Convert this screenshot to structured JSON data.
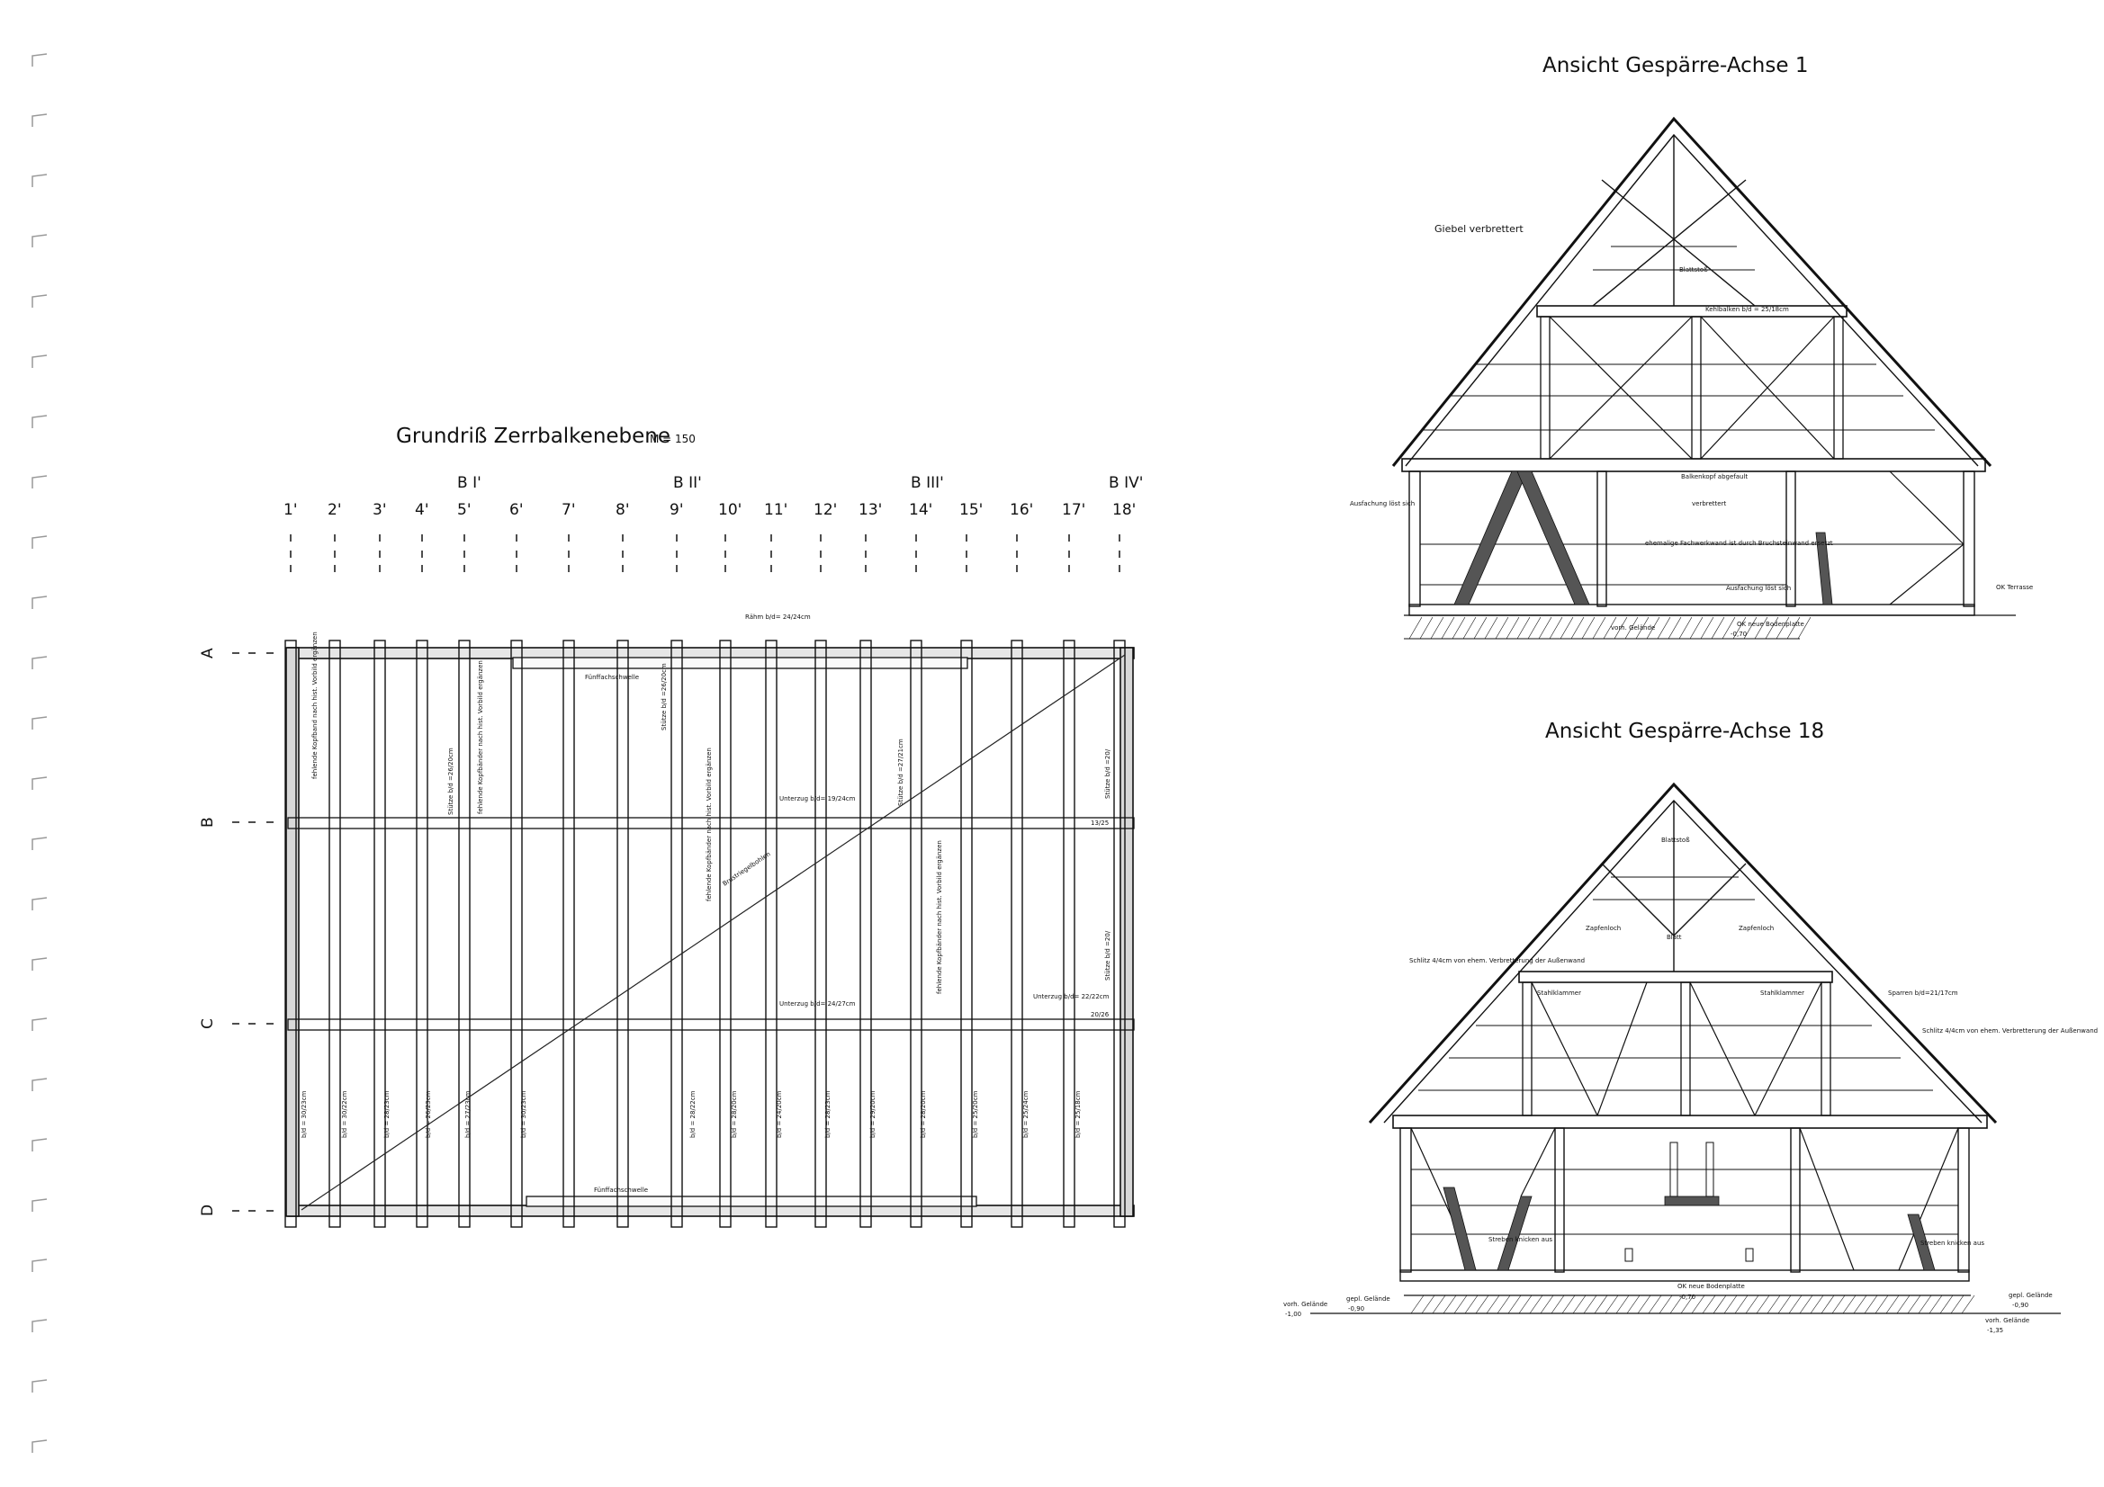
{
  "plan": {
    "title": "Grundriß Zerrbalkenebene",
    "scale": "M = 150",
    "column_axes": [
      "1'",
      "2'",
      "3'",
      "4'",
      "5'",
      "6'",
      "7'",
      "8'",
      "9'",
      "10'",
      "11'",
      "12'",
      "13'",
      "14'",
      "15'",
      "16'",
      "17'",
      "18'"
    ],
    "frame_labels": [
      "B I'",
      "B II'",
      "B III'",
      "B IV'"
    ],
    "row_axes": [
      "A",
      "B",
      "C",
      "D"
    ],
    "beam_labels": [
      "b/d = 30/23cm",
      "b/d = 30/22cm",
      "b/d = 28/23cm",
      "b/d = 26/23cm",
      "b/d = 27/23cm",
      "b/d = 30/23cm",
      "b/d = 28/22cm",
      "b/d = 28/20cm",
      "b/d = 24/20cm",
      "b/d = 28/23cm",
      "b/d = 29/20cm",
      "b/d = 28/20cm",
      "b/d = 25/20cm",
      "b/d = 25/24cm",
      "b/d = 25/18cm"
    ],
    "notes": {
      "rahm": "Rähm b/d= 24/24cm",
      "fuellholz_top": "Fünffachschwelle",
      "fuellholz_bottom": "Fünffachschwelle",
      "bruestung": "Brustriegelbohlen",
      "stuetze1": "Stütze b/d =26/20cm",
      "stuetze2": "Stütze b/d =26/20cm",
      "stuetze3": "Stütze b/d =27/21cm",
      "unterzug1": "Unterzug b/d= 19/24cm",
      "unterzug2": "Unterzug b/d= 24/27cm",
      "unterzug3": "Unterzug b/d= 22/22cm",
      "kopf1": "fehlende Kopfband nach hist. Vorbild ergänzen",
      "kopf2": "fehlende Kopfbänder nach hist. Vorbild ergänzen",
      "kopf3": "fehlende Kopfbänder nach hist. Vorbild ergänzen",
      "kopf4": "fehlende Kopfbänder nach hist. Vorbild ergänzen",
      "small_a": "Stütze b/d =20/",
      "small_b": "Stütze b/d =20/",
      "dim_a": "13/25",
      "dim_b": "20/26"
    }
  },
  "elevation1": {
    "title": "Ansicht Gespärre-Achse   1",
    "notes": {
      "giebel": "Giebel verbrettert",
      "blattstoss": "Blattstoß",
      "kehlbalken": "Kehlbalken b/d = 25/18cm",
      "ausfachung_left": "Ausfachung löst sich",
      "balkenkopf": "Balkenkopf abgefault",
      "verbrettert": "verbrettert",
      "fachwerk": "ehemalige Fachwerkwand ist durch Bruchsteinwand ersetzt",
      "ausfachung_right": "Ausfachung löst sich",
      "terrasse": "OK Terrasse",
      "bodenplatte": "OK neue Bodenplatte",
      "level": "-0,70",
      "gelaende": "vorh. Gelände"
    }
  },
  "elevation18": {
    "title": "Ansicht Gespärre-Achse   18",
    "notes": {
      "blattstoss": "Blattstoß",
      "zapfenloch_l": "Zapfenloch",
      "blatt": "Blatt",
      "zapfenloch_r": "Zapfenloch",
      "schlitz_left": "Schlitz 4/4cm von ehem. Verbretterung der Außenwand",
      "stahlklammer_l": "Stahlklammer",
      "stahlklammer_r": "Stahlklammer",
      "sparren": "Sparren b/d=21/17cm",
      "schlitz_right": "Schlitz 4/4cm von ehem. Verbretterung der Außenwand",
      "streben_l": "Streben knicken aus",
      "streben_r": "Streben knicken aus",
      "bodenplatte": "OK neue Bodenplatte",
      "level_mid": "-0,70",
      "vorh_gelaende_l": "vorh. Gelände",
      "vorh_level_l": "-1,00",
      "gepl_gelaende_l": "gepl. Gelände",
      "gepl_level_l": "-0,90",
      "gepl_gelaende_r": "gepl. Gelände",
      "gepl_level_r": "-0,90",
      "vorh_gelaende_r": "vorh. Gelände",
      "vorh_level_r": "-1,35"
    }
  }
}
